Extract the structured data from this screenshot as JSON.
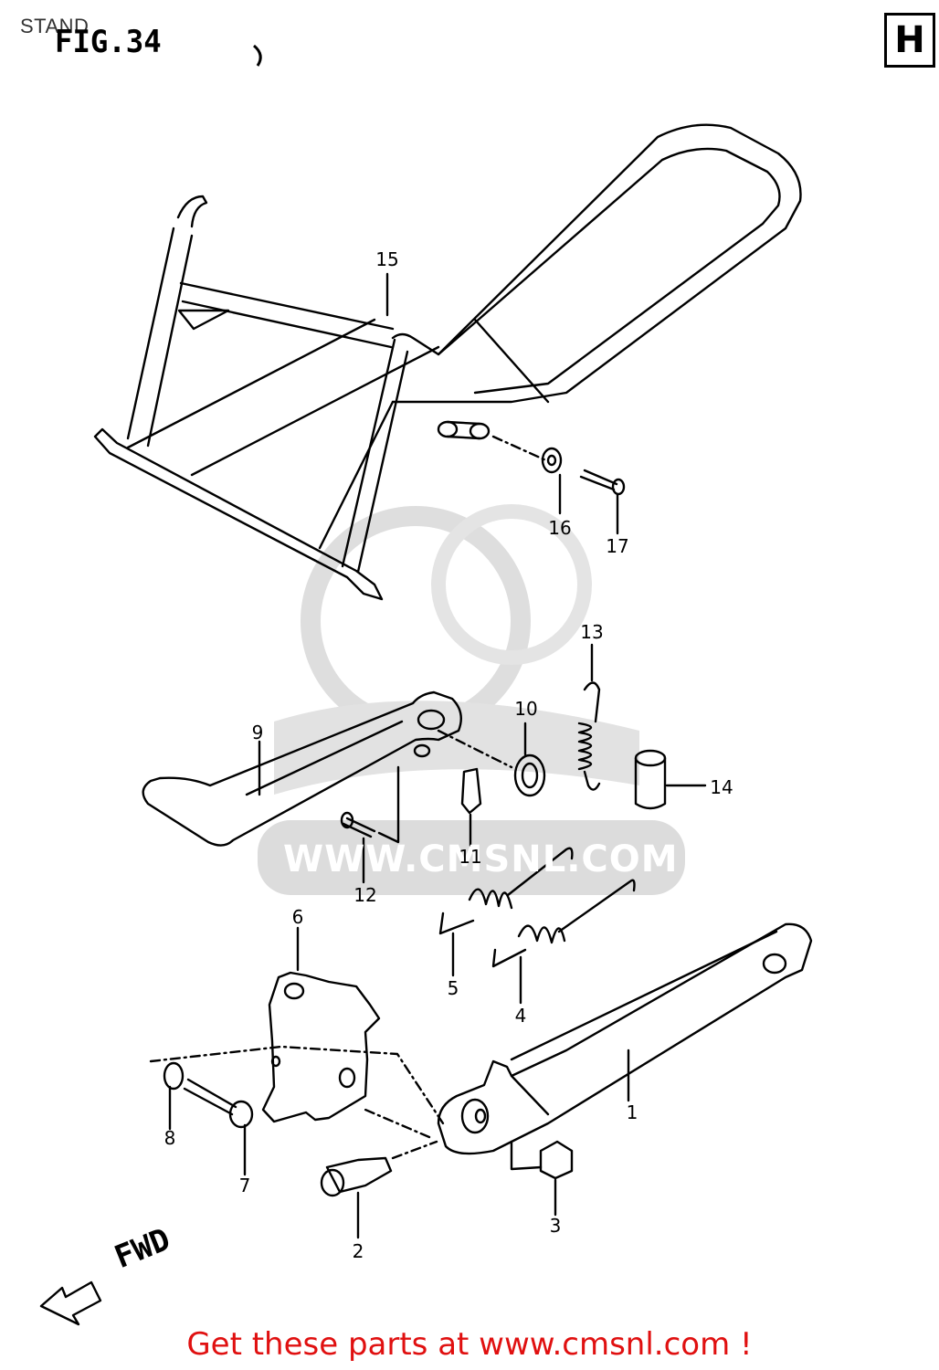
{
  "header": {
    "page_title": "STAND",
    "figure": "FIG.34",
    "section_code": "H"
  },
  "watermark": {
    "text": "WWW.CMSNL.COM",
    "color": "#d8d8d8"
  },
  "callouts": {
    "c1": "1",
    "c2": "2",
    "c3": "3",
    "c4": "4",
    "c5": "5",
    "c6": "6",
    "c7": "7",
    "c8": "8",
    "c9": "9",
    "c10": "10",
    "c11": "11",
    "c12": "12",
    "c13": "13",
    "c14": "14",
    "c15": "15",
    "c16": "16",
    "c17": "17"
  },
  "direction": {
    "label": "FWD"
  },
  "footer": {
    "text": "Get these parts at www.cmsnl.com !",
    "color": "#e01010"
  }
}
